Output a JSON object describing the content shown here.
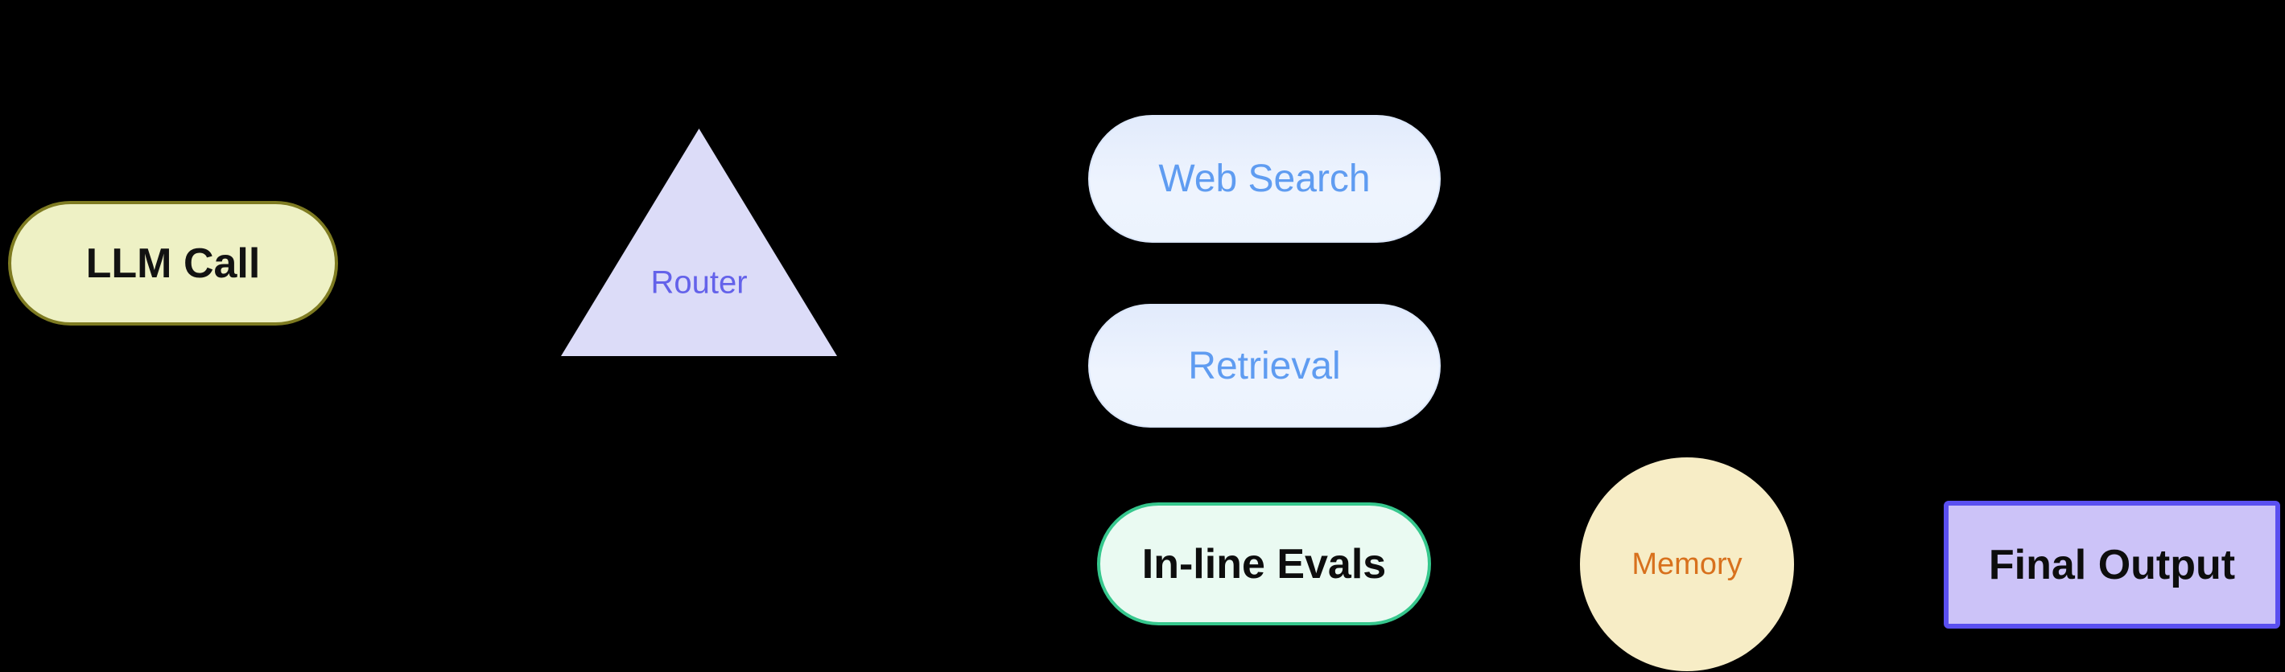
{
  "diagram": {
    "background_color": "#000000",
    "nodes": {
      "llm_call": {
        "label": "LLM Call",
        "shape": "pill",
        "fill": "#eef1c5",
        "border": "#7e7b21",
        "text_color": "#121212"
      },
      "router": {
        "label": "Router",
        "shape": "triangle",
        "fill": "#dcdcf8",
        "text_color": "#6462ea"
      },
      "web_search": {
        "label": "Web Search",
        "shape": "pill",
        "fill": "#ecf3fd",
        "border": "#dde8fb",
        "text_color": "#5f9cf1"
      },
      "retrieval": {
        "label": "Retrieval",
        "shape": "pill",
        "fill": "#ecf3fd",
        "border": "#dde8fb",
        "text_color": "#5f9cf1"
      },
      "inline_evals": {
        "label": "In-line Evals",
        "shape": "pill",
        "fill": "#eafaf2",
        "border": "#36c78d",
        "text_color": "#0d0d0d"
      },
      "memory": {
        "label": "Memory",
        "shape": "circle",
        "fill": "#f7edc6",
        "text_color": "#d8711d"
      },
      "final_output": {
        "label": "Final Output",
        "shape": "rectangle",
        "fill": "#ccc3f8",
        "border": "#5a4ff0",
        "text_color": "#0d0d0d"
      }
    }
  }
}
